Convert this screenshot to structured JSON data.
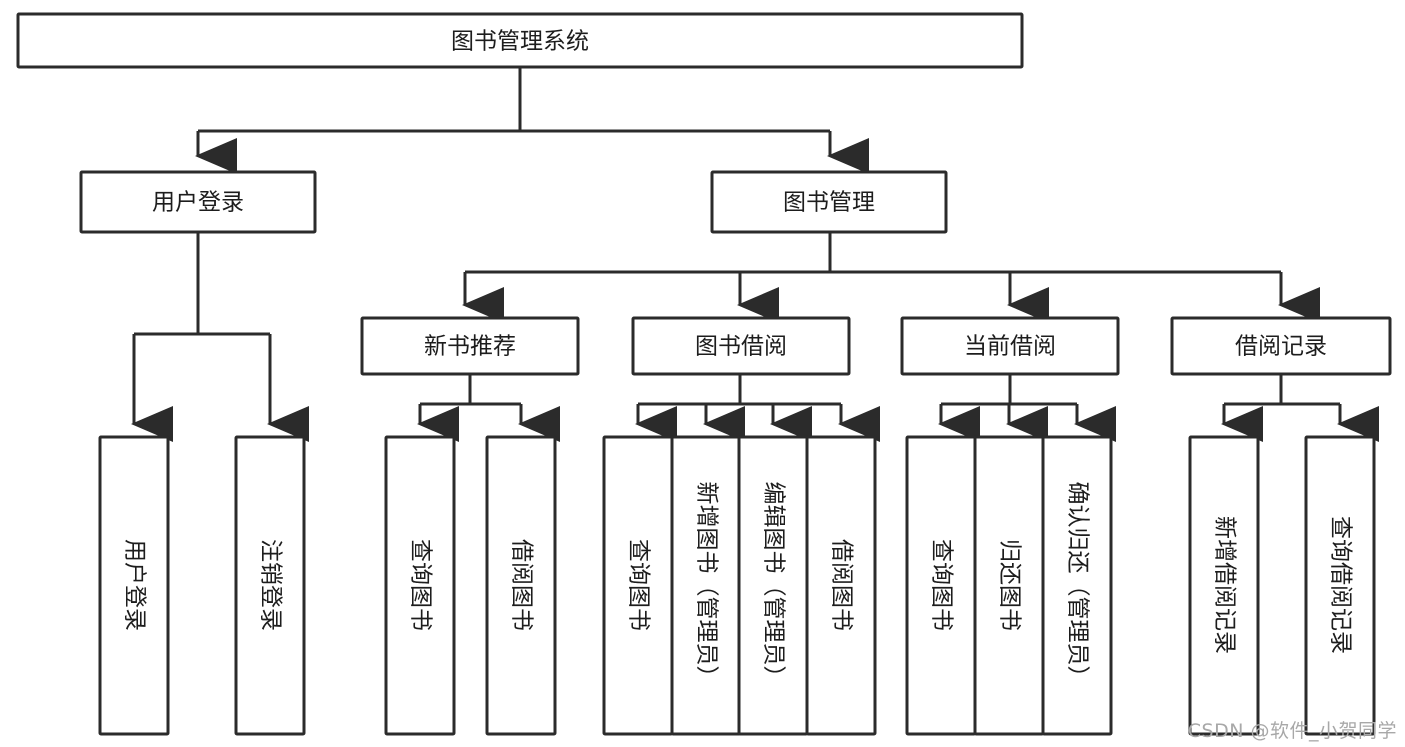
{
  "diagram": {
    "title": "图书管理系统",
    "type": "tree-hierarchy",
    "watermark": "CSDN @软件_小贺同学",
    "colors": {
      "stroke": "#2b2b2b",
      "fill": "#ffffff",
      "text": "#1d1d1d",
      "watermark": "#a8a8a8",
      "background": "#ffffff"
    },
    "root": {
      "label": "图书管理系统"
    },
    "level2": [
      {
        "label": "用户登录"
      },
      {
        "label": "图书管理"
      }
    ],
    "level3": [
      {
        "label": "新书推荐"
      },
      {
        "label": "图书借阅"
      },
      {
        "label": "当前借阅"
      },
      {
        "label": "借阅记录"
      }
    ],
    "leaves": {
      "user_login": [
        {
          "label": "用户登录"
        },
        {
          "label": "注销登录"
        }
      ],
      "new_book": [
        {
          "label": "查询图书"
        },
        {
          "label": "借阅图书"
        }
      ],
      "book_borrow": [
        {
          "label": "查询图书"
        },
        {
          "label": "新增图书（管理员）"
        },
        {
          "label": "编辑图书（管理员）"
        },
        {
          "label": "借阅图书"
        }
      ],
      "current_borrow": [
        {
          "label": "查询图书"
        },
        {
          "label": "归还图书"
        },
        {
          "label": "确认归还（管理员）"
        }
      ],
      "borrow_record": [
        {
          "label": "新增借阅记录"
        },
        {
          "label": "查询借阅记录"
        }
      ]
    }
  }
}
